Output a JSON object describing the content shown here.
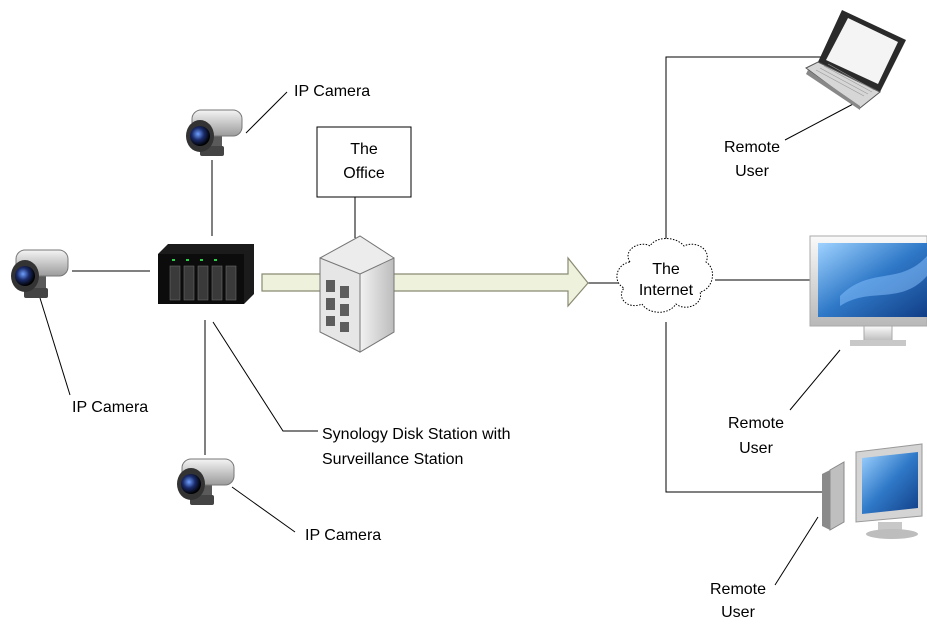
{
  "labels": {
    "cam_top": "IP Camera",
    "cam_left": "IP Camera",
    "cam_bottom": "IP Camera",
    "office_line1": "The",
    "office_line2": "Office",
    "internet_line1": "The",
    "internet_line2": "Internet",
    "nas_line1": "Synology Disk Station with",
    "nas_line2": "Surveillance Station",
    "remote_laptop_line1": "Remote",
    "remote_laptop_line2": "User",
    "remote_monitor_line1": "Remote",
    "remote_monitor_line2": "User",
    "remote_pc_line1": "Remote",
    "remote_pc_line2": "User"
  },
  "icons": {
    "camera": "ip-camera-icon",
    "nas": "disk-station-icon",
    "office": "office-building-icon",
    "internet": "cloud-icon",
    "laptop": "laptop-icon",
    "monitor": "monitor-icon",
    "pc": "desktop-pc-icon"
  },
  "colors": {
    "arrow_fill": "#eef2dc",
    "arrow_stroke": "#8a8a72",
    "screen_blue": "#2f79c8",
    "line": "#000000"
  }
}
